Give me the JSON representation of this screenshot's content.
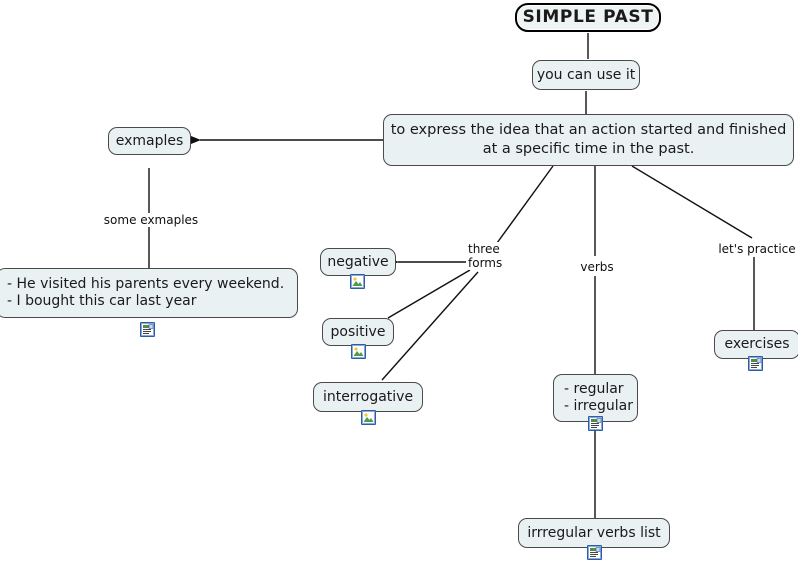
{
  "map": {
    "title": "SIMPLE PAST",
    "background": "#ffffff",
    "node_fill": "#e9f1f3",
    "node_border": "#4a4a4a",
    "icon_border": "#2a5db0"
  },
  "nodes": [
    {
      "id": "simple-past",
      "label": "SIMPLE PAST",
      "icon": "none"
    },
    {
      "id": "you-can-use-it",
      "label": "you can use it",
      "icon": "none"
    },
    {
      "id": "statement",
      "label": "to express the idea that an action started and finished\nat a specific time in the past.",
      "icon": "none"
    },
    {
      "id": "exmaples",
      "label": "exmaples",
      "icon": "none"
    },
    {
      "id": "examples-list",
      "label": "- He visited his parents every weekend.\n- I bought this car last year",
      "icon": "document-icon"
    },
    {
      "id": "negative",
      "label": "negative",
      "icon": "image-icon"
    },
    {
      "id": "positive",
      "label": "positive",
      "icon": "image-icon"
    },
    {
      "id": "interrogative",
      "label": "interrogative",
      "icon": "image-icon"
    },
    {
      "id": "regular-irregular",
      "label": "- regular\n- irregular",
      "icon": "document-icon"
    },
    {
      "id": "irregular-list",
      "label": "irrregular verbs list",
      "icon": "document-icon"
    },
    {
      "id": "exercises",
      "label": "exercises",
      "icon": "document-icon"
    }
  ],
  "link_labels": [
    {
      "id": "some-exmaples",
      "text": "some exmaples"
    },
    {
      "id": "three-forms",
      "text": "three\nforms"
    },
    {
      "id": "verbs",
      "text": "verbs"
    },
    {
      "id": "lets-practice",
      "text": "let's practice"
    }
  ]
}
